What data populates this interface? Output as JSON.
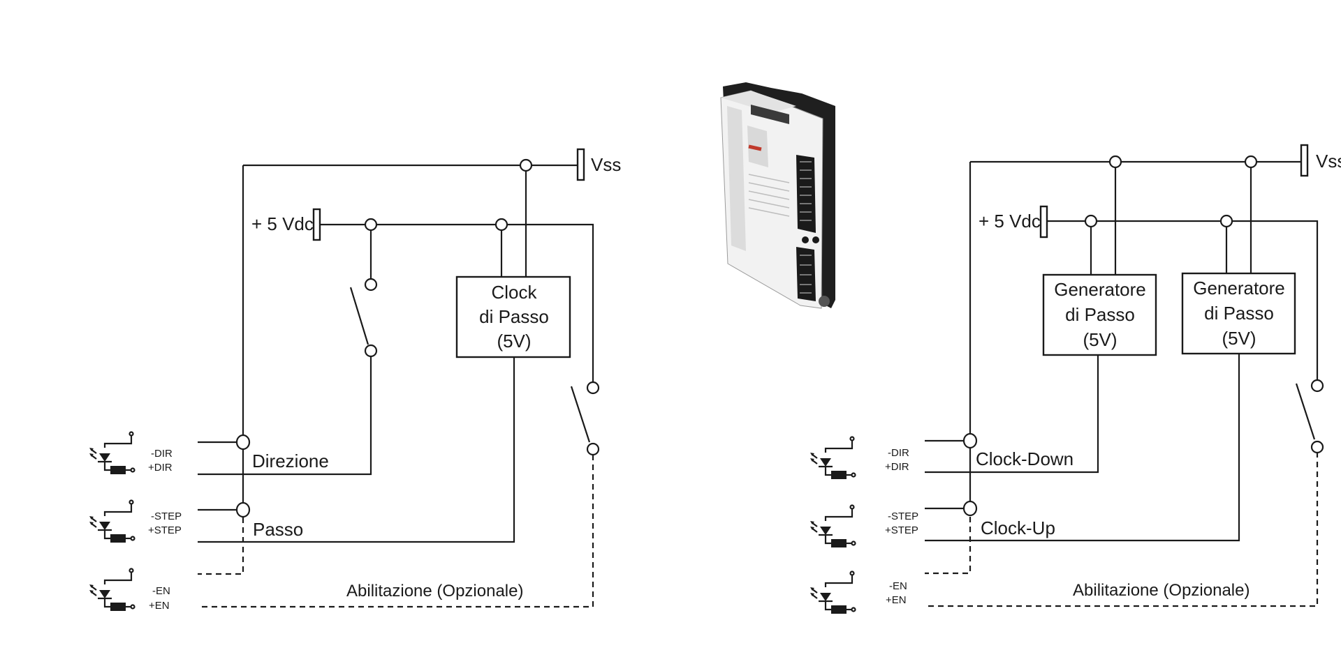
{
  "left": {
    "supply_vss": "Vss",
    "supply_5v": "+ 5 Vdc",
    "clock_box": [
      "Clock",
      "di Passo",
      "(5V)"
    ],
    "label_direction": "Direzione",
    "label_step": "Passo",
    "label_enable": "Abilitazione  (Opzionale)",
    "pins": [
      "-DIR",
      "+DIR",
      "-STEP",
      "+STEP",
      "-EN",
      "+EN"
    ]
  },
  "right": {
    "supply_vss": "Vss",
    "supply_5v": "+ 5 Vdc",
    "generator_box_1": [
      "Generatore",
      "di Passo",
      "(5V)"
    ],
    "generator_box_2": [
      "Generatore",
      "di Passo",
      "(5V)"
    ],
    "label_clock_down": "Clock-Down",
    "label_clock_up": "Clock-Up",
    "label_enable": "Abilitazione  (Opzionale)",
    "pins": [
      "-DIR",
      "+DIR",
      "-STEP",
      "+STEP",
      "-EN",
      "+EN"
    ]
  },
  "product_image": {
    "icon": "stepper-driver-device-image"
  }
}
